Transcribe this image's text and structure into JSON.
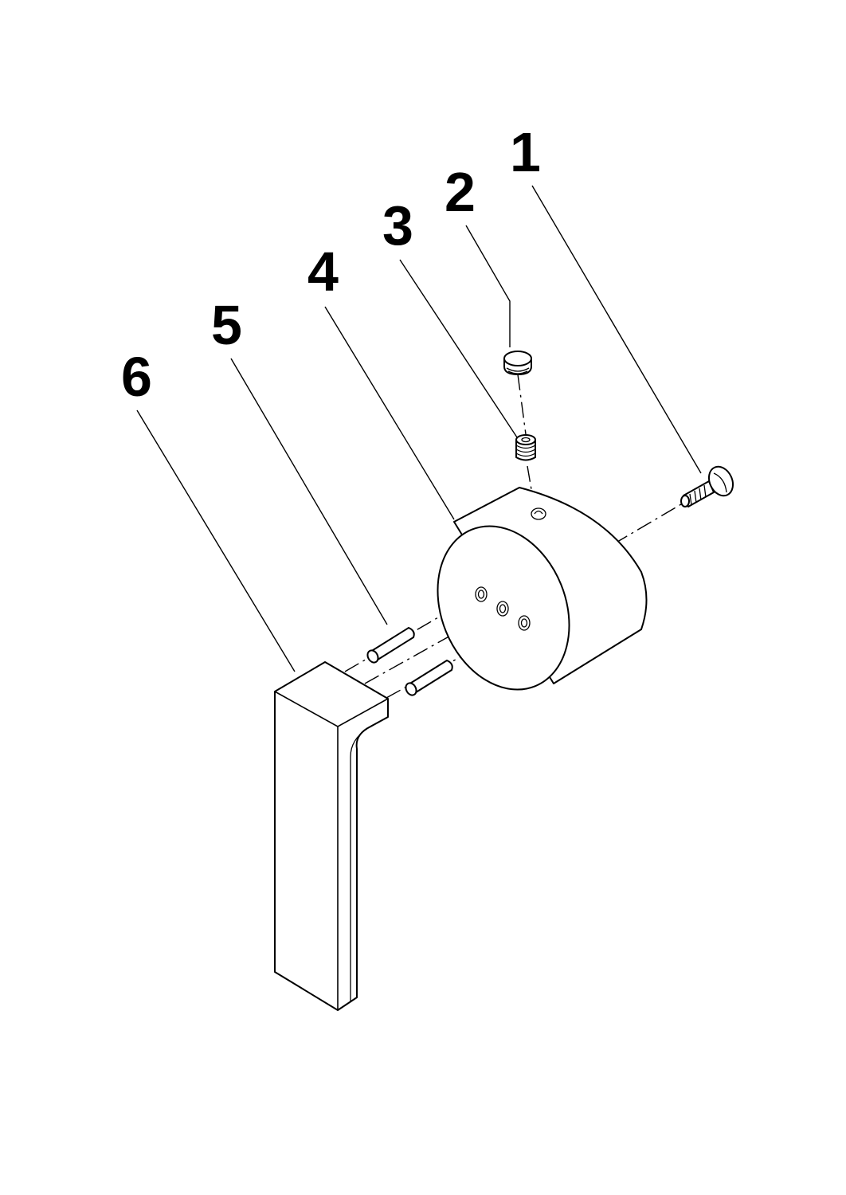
{
  "drawing": {
    "ink_color": "#000000",
    "background": "#ffffff",
    "callouts": [
      {
        "id": "1",
        "label": "1"
      },
      {
        "id": "2",
        "label": "2"
      },
      {
        "id": "3",
        "label": "3"
      },
      {
        "id": "4",
        "label": "4"
      },
      {
        "id": "5",
        "label": "5"
      },
      {
        "id": "6",
        "label": "6"
      }
    ]
  }
}
